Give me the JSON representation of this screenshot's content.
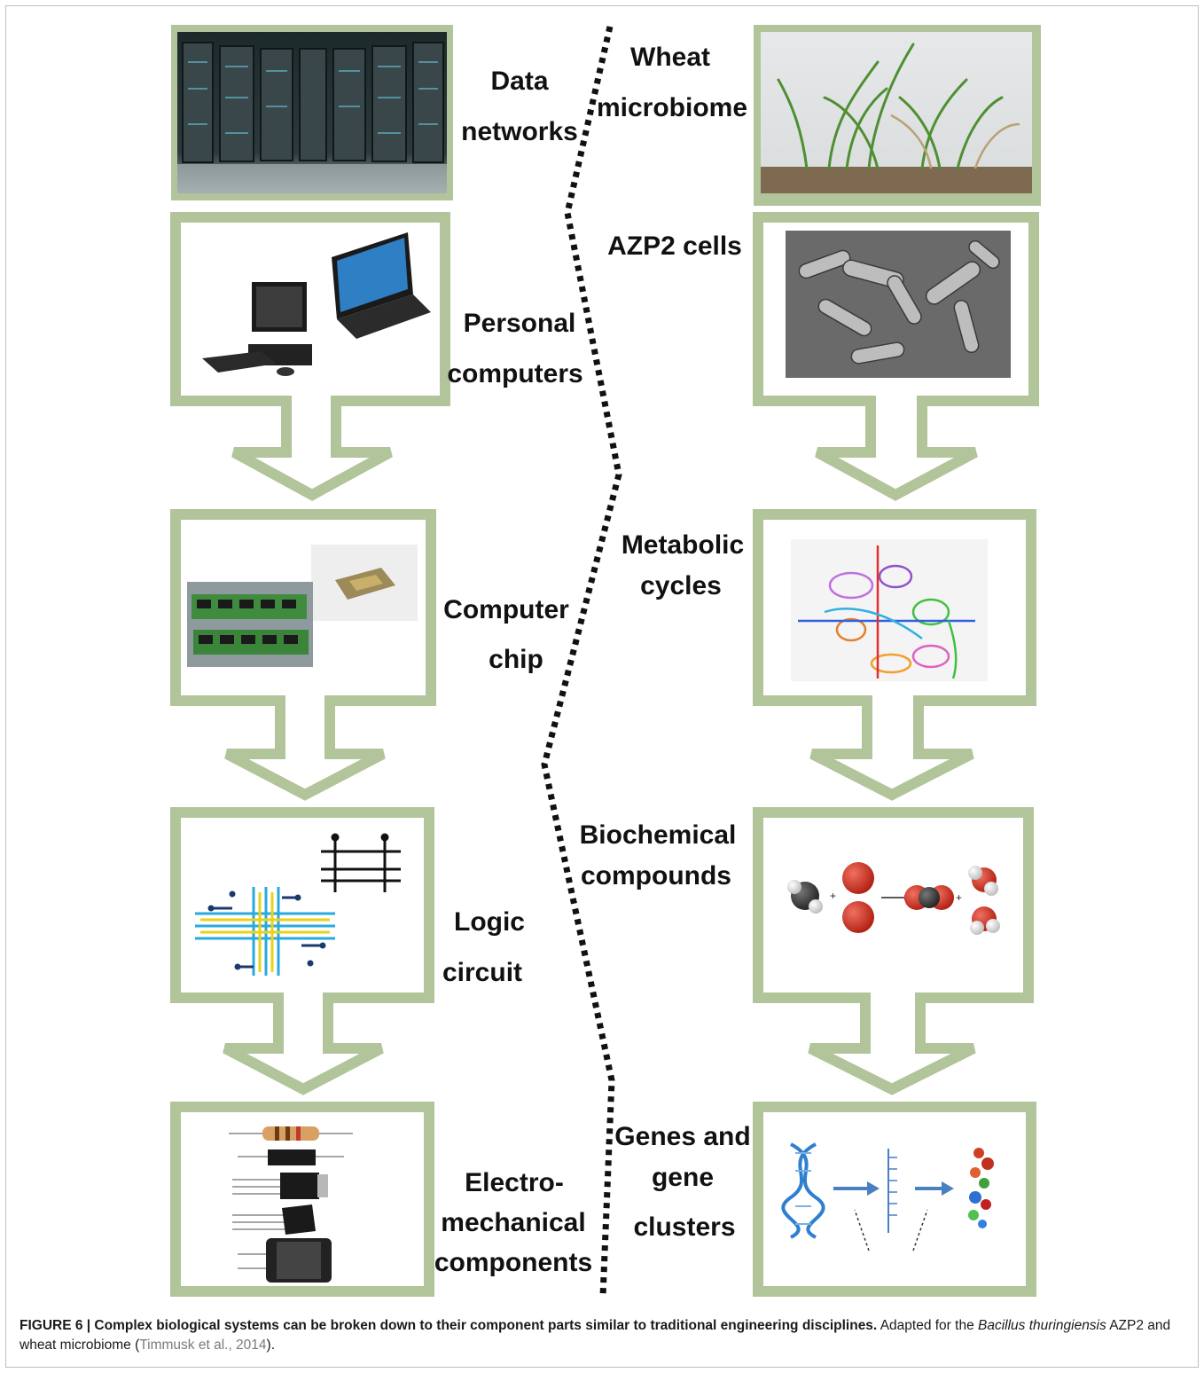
{
  "left_column": {
    "data_networks": [
      "Data",
      "networks"
    ],
    "personal_computers": [
      "Personal",
      "computers"
    ],
    "computer_chip": [
      "Computer",
      "chip"
    ],
    "logic_circuit": [
      "Logic",
      "circuit"
    ],
    "electromechanical": [
      "Electro-",
      "mechanical",
      "components"
    ]
  },
  "right_column": {
    "wheat_microbiome": [
      "Wheat",
      "microbiome"
    ],
    "azp2_cells": "AZP2 cells",
    "metabolic_cycles": [
      "Metabolic",
      "cycles"
    ],
    "biochemical_compounds": [
      "Biochemical",
      "compounds"
    ],
    "genes": [
      "Genes and",
      "gene",
      "clusters"
    ]
  },
  "colors": {
    "box_border": "#b2c499",
    "box_fill": "#ffffff",
    "divider": "#111111"
  },
  "caption": {
    "figure_label": "FIGURE 6 | Complex biological systems can be broken down to their component parts similar to traditional engineering disciplines.",
    "text_1": " Adapted for the ",
    "species": "Bacillus thuringiensis",
    "text_2": " AZP2 and wheat microbiome (",
    "reference": "Timmusk et al., 2014",
    "text_3": ")."
  }
}
